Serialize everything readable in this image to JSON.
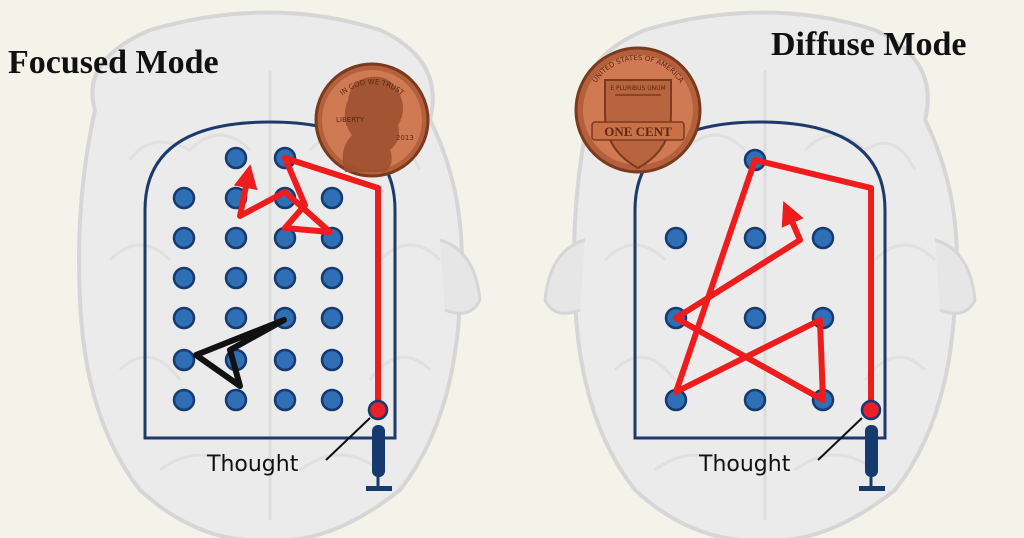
{
  "focused": {
    "title": "Focused Mode",
    "thought_label": "Thought",
    "coin": {
      "top_text": "IN GOD WE TRUST",
      "left_text": "LIBERTY",
      "year": "2013",
      "color": "#c8704a"
    }
  },
  "diffuse": {
    "title": "Diffuse Mode",
    "thought_label": "Thought",
    "coin": {
      "rim_text": "UNITED STATES OF AMERICA",
      "motto": "E PLURIBUS UNUM",
      "banner": "ONE CENT",
      "color": "#c8704a"
    }
  },
  "colors": {
    "background": "#f4f3ea",
    "brain": "#ebebeb",
    "brain_outline": "#d6d6d6",
    "frame": "#1c3a6b",
    "node": "#2f6fb5",
    "node_stroke": "#163a6e",
    "path_red": "#ee1c1c",
    "path_black": "#111111",
    "start_node": "#e8202a"
  }
}
